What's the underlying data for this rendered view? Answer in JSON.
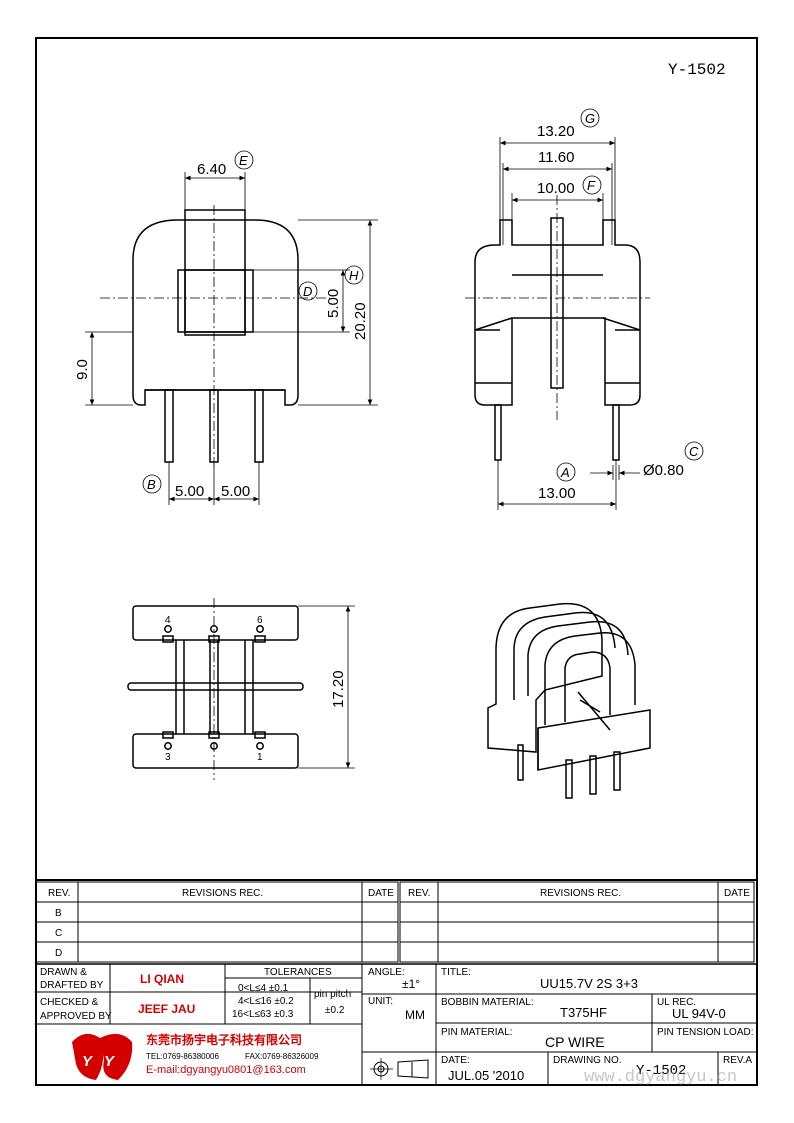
{
  "drawing_id": "Y-1502",
  "dims": {
    "front": {
      "top_width": "6.40",
      "top_width_ref": "E",
      "window_height": "5.00",
      "window_height_ref": "D",
      "total_height": "20.20",
      "total_height_ref": "H",
      "base_height": "9.0",
      "pitch_ref": "B",
      "pitch_left": "5.00",
      "pitch_right": "5.00"
    },
    "side": {
      "outer_width": "13.20",
      "outer_width_ref": "G",
      "mid_width": "11.60",
      "inner_width": "10.00",
      "inner_width_ref": "F",
      "pin_span": "13.00",
      "pin_span_ref": "A",
      "pin_dia": "Ø0.80",
      "pin_dia_ref": "C"
    },
    "bottom": {
      "length": "17.20",
      "pin_labels": [
        "4",
        "6",
        "3",
        "1"
      ]
    }
  },
  "title_block": {
    "rev_header": "REV.",
    "revisions_header": "REVISIONS   REC.",
    "date_header": "DATE",
    "rev_rows": [
      "B",
      "C",
      "D"
    ],
    "drawn_label_1": "DRAWN &",
    "drawn_label_2": "DRAFTED BY",
    "drawn_name": "LI QIAN",
    "checked_label_1": "CHECKED &",
    "checked_label_2": "APPROVED BY",
    "checked_name": "JEEF JAU",
    "tolerances_header": "TOLERANCES",
    "tol_rows": [
      "0<L≤4   ±0.1",
      "4<L≤16  ±0.2",
      "16<L≤63 ±0.3"
    ],
    "pin_pitch_label": "pin pitch",
    "pin_pitch_value": "±0.2",
    "angle_label": "ANGLE:",
    "angle_value": "±1°",
    "unit_label": "UNIT:",
    "unit_value": "MM",
    "title_label": "TITLE:",
    "title_value": "UU15.7V 2S 3+3",
    "bobbin_label": "BOBBIN MATERIAL:",
    "bobbin_value": "T375HF",
    "ul_label": "UL REC.",
    "ul_value": "UL 94V-0",
    "pin_material_label": "PIN MATERIAL:",
    "pin_material_value": "CP WIRE",
    "pin_tension_label": "PIN TENSION LOAD:",
    "date_label": "DATE:",
    "date_value": "JUL.05 '2010",
    "drawing_no_label": "DRAWING NO.",
    "drawing_no_value": "Y-1502",
    "rev_a_label": "REV.A",
    "company_name": "东莞市扬宇电子科技有限公司",
    "company_tel": "TEL:0769-86380006",
    "company_fax": "FAX:0769-86326009",
    "company_email": "E-mail:dgyangyu0801@163.com",
    "watermark": "www.dgyangyu.cn"
  },
  "colors": {
    "accent_red": "#d40000",
    "line": "#000000"
  }
}
